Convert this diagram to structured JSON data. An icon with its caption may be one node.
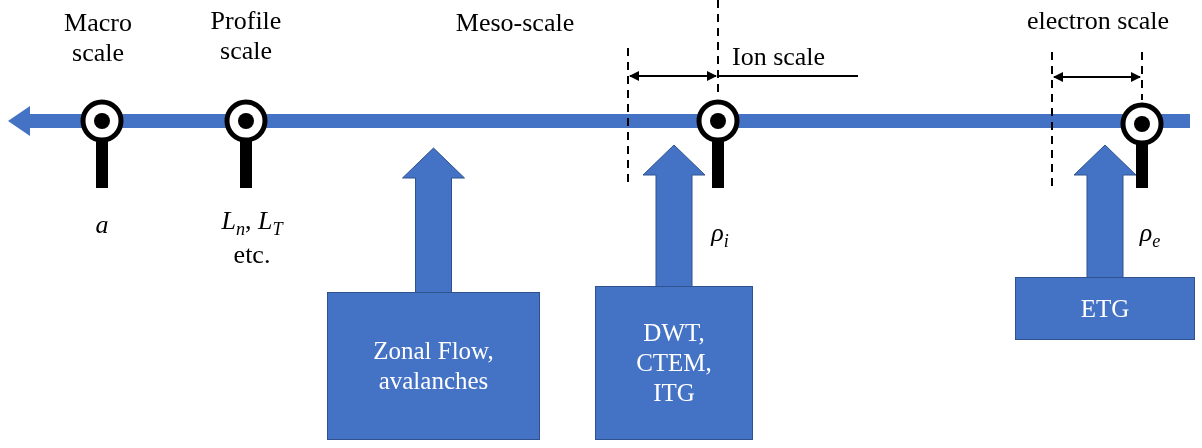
{
  "diagram": {
    "nodes": [
      {
        "text": [
          "Zonal Flow, avalanches"
        ]
      },
      {
        "text": [
          "DWT, CTEM, ITG"
        ]
      },
      {
        "text": [
          "ETG"
        ]
      }
    ],
    "edges": [
      {
        "from": 0,
        "to": null,
        "arrow": "to",
        "style": "thick"
      },
      {
        "from": 1,
        "to": null,
        "arrow": "to",
        "style": "thick"
      },
      {
        "from": 2,
        "to": null,
        "arrow": "to",
        "style": "thick"
      }
    ],
    "labels": [
      "Macro scale",
      "Profile scale",
      "Meso-scale",
      "Ion scale",
      "electron scale",
      "a",
      "*L*$_{n}$, *L*$_{T}$ etc.",
      "ρ$_{i}$",
      "ρ$_{e}$"
    ]
  }
}
